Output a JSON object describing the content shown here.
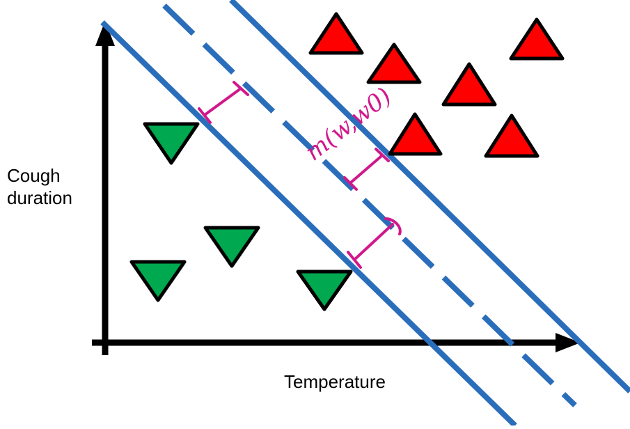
{
  "axes": {
    "x_label": "Temperature",
    "y_label_lines": [
      "Cough",
      "duration"
    ]
  },
  "annotation": {
    "text": "m(w,w0)"
  },
  "colors": {
    "axis": "#000000",
    "boundary": "#2a6ebb",
    "positive_class": "#ff0000",
    "negative_class": "#00a84f",
    "annotation": "#d0188c"
  },
  "classes": [
    {
      "id": "positive",
      "marker": "triangle-up",
      "count": 6
    },
    {
      "id": "negative",
      "marker": "triangle-down",
      "count": 4
    }
  ],
  "boundaries": [
    {
      "id": "lower-margin",
      "style": "solid"
    },
    {
      "id": "decision-boundary",
      "style": "dashed"
    },
    {
      "id": "upper-margin",
      "style": "solid"
    }
  ]
}
